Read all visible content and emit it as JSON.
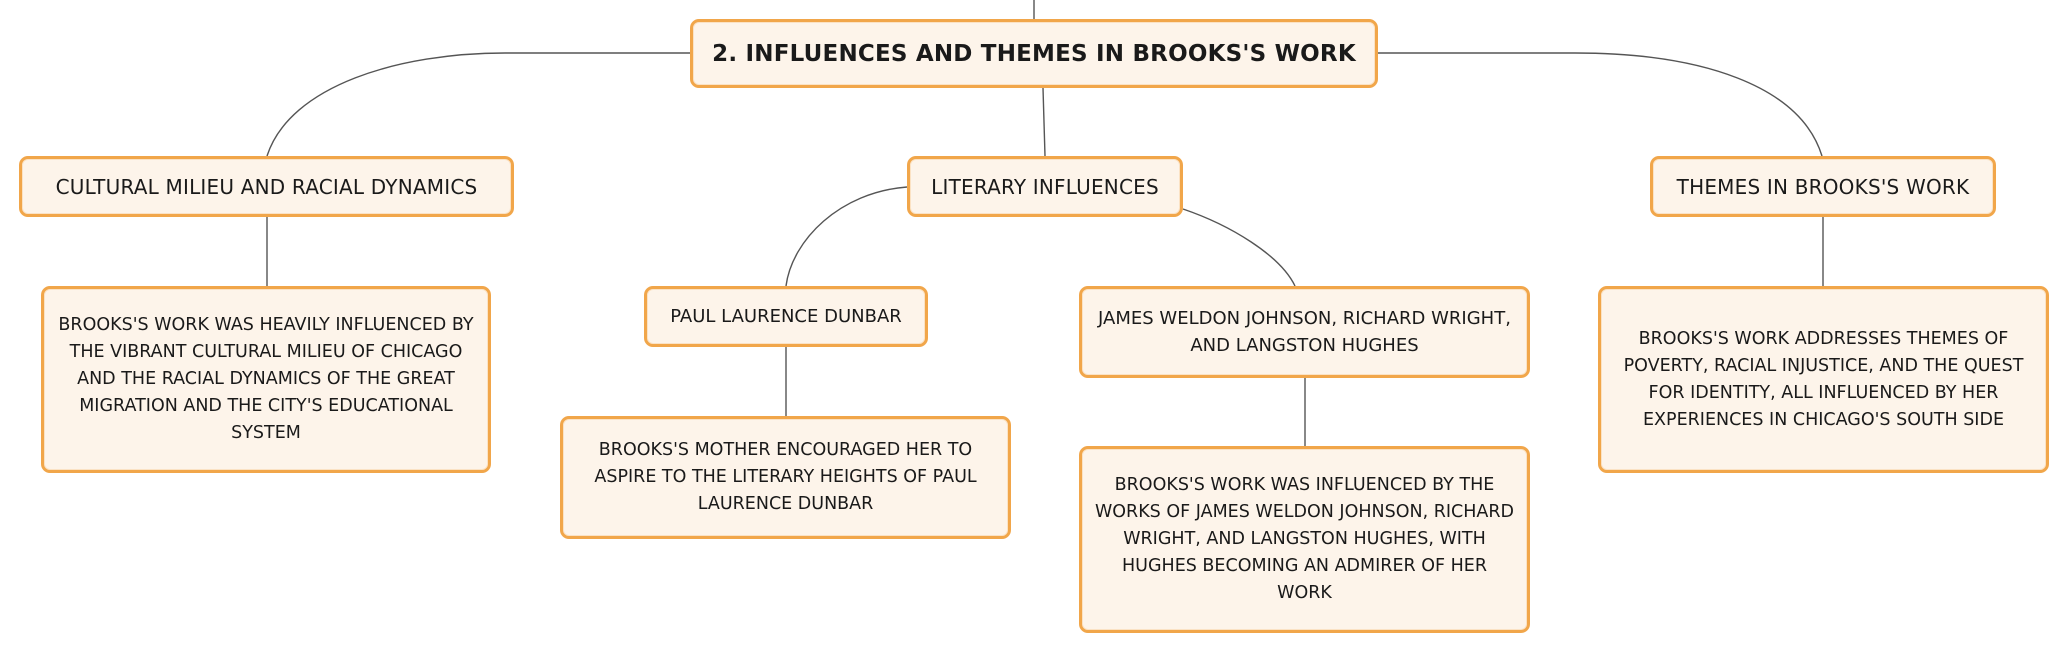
{
  "root": {
    "label": "2. INFLUENCES AND THEMES IN BROOKS'S WORK"
  },
  "topics": [
    {
      "label": "CULTURAL MILIEU AND RACIAL DYNAMICS",
      "detail": "BROOKS'S WORK WAS HEAVILY INFLUENCED BY THE VIBRANT CULTURAL MILIEU OF CHICAGO AND THE RACIAL DYNAMICS OF THE GREAT MIGRATION AND THE CITY'S EDUCATIONAL SYSTEM"
    },
    {
      "label": "LITERARY INFLUENCES",
      "subtopics": [
        {
          "label": "PAUL LAURENCE DUNBAR",
          "detail": "BROOKS'S MOTHER ENCOURAGED HER TO ASPIRE TO THE LITERARY HEIGHTS OF PAUL LAURENCE DUNBAR"
        },
        {
          "label": "JAMES WELDON JOHNSON, RICHARD WRIGHT, AND LANGSTON HUGHES",
          "detail": "BROOKS'S WORK WAS INFLUENCED BY THE WORKS OF JAMES WELDON JOHNSON, RICHARD WRIGHT, AND LANGSTON HUGHES, WITH HUGHES BECOMING AN ADMIRER OF HER WORK"
        }
      ]
    },
    {
      "label": "THEMES IN BROOKS'S WORK",
      "detail": "BROOKS'S WORK ADDRESSES THEMES OF POVERTY, RACIAL INJUSTICE, AND THE QUEST FOR IDENTITY, ALL INFLUENCED BY HER EXPERIENCES IN CHICAGO'S SOUTH SIDE"
    }
  ],
  "colors": {
    "node_fill": "#fdf4ea",
    "node_border": "#f1a64a",
    "connector": "#555555"
  }
}
